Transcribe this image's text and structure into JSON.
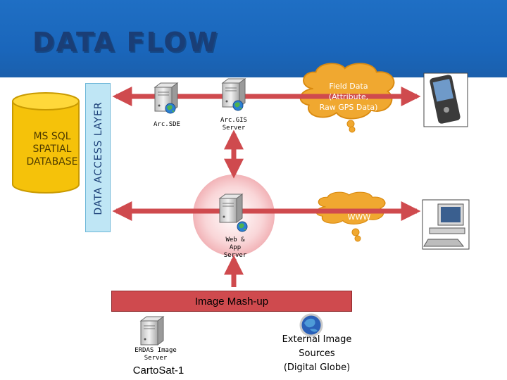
{
  "title": "DATA FLOW",
  "data_access_layer": "DATA ACCESS LAYER",
  "database": {
    "lines": [
      "MS SQL",
      "SPATIAL",
      "DATABASE"
    ]
  },
  "servers": {
    "arcsde": "Arc.SDE",
    "arcgis": [
      "Arc.GIS",
      "Server"
    ],
    "webapp": [
      "Web &",
      "App",
      "Server"
    ],
    "erdas": [
      "ERDAS  Image",
      "Server"
    ]
  },
  "cloud_field": [
    "Field Data",
    "(Attribute,",
    "Raw GPS Data)"
  ],
  "cloud_www": "WWW",
  "mashup": "Image Mash-up",
  "cartosat": "CartoSat-1",
  "external": [
    "External Image",
    "Sources",
    "(Digital Globe)"
  ],
  "colors": {
    "header": "#1f6fc4",
    "title": "#1a3e76",
    "arrow": "#cf4a4e",
    "cloud": "#f0a830",
    "db": "#f5c20a",
    "layer": "#bfe6f5"
  }
}
